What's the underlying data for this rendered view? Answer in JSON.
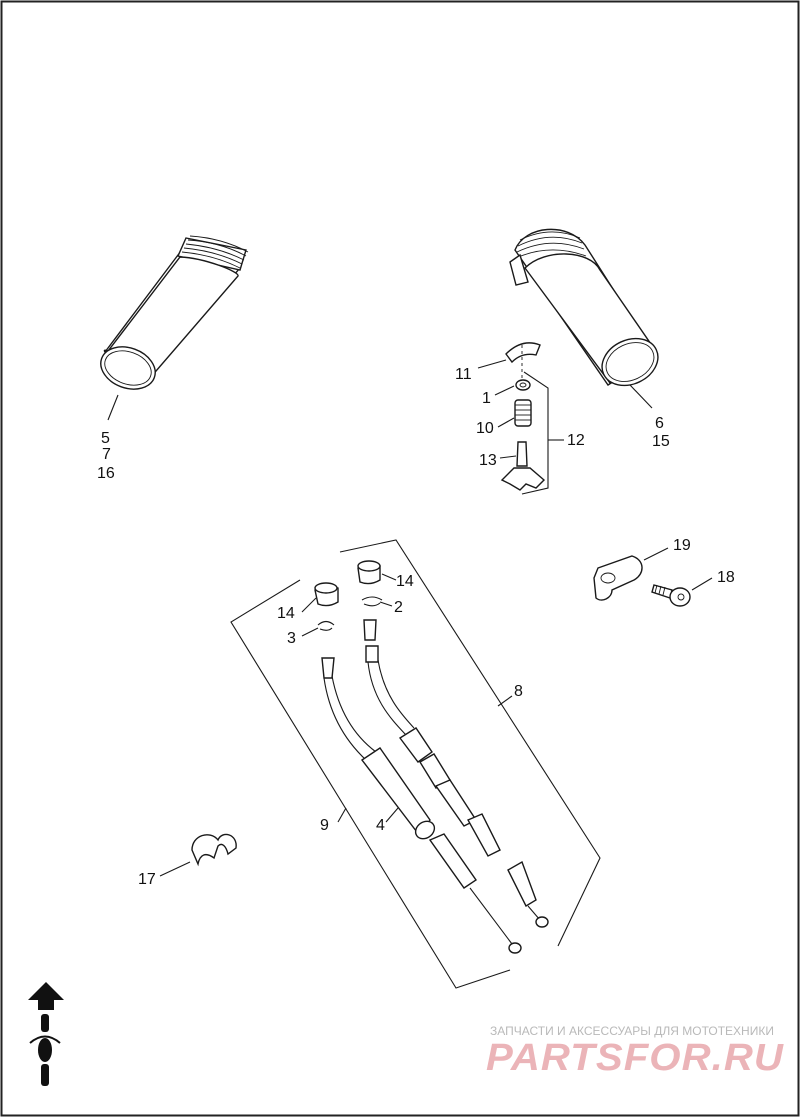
{
  "callouts": {
    "c1": "1",
    "c2": "2",
    "c3": "3",
    "c4": "4",
    "c5": "5",
    "c6": "6",
    "c7": "7",
    "c8": "8",
    "c9": "9",
    "c10": "10",
    "c11": "11",
    "c12": "12",
    "c13": "13",
    "c14a": "14",
    "c14b": "14",
    "c15": "15",
    "c16": "16",
    "c17": "17",
    "c18": "18",
    "c19": "19"
  },
  "watermark": {
    "tagline": "ЗАПЧАСТИ И АКСЕССУАРЫ ДЛЯ МОТОТЕХНИКИ",
    "brand": "PARTSFOR.RU",
    "brand_color": "#e8a9ae"
  },
  "icons": {
    "orientation": "forward-arrow-icon"
  }
}
